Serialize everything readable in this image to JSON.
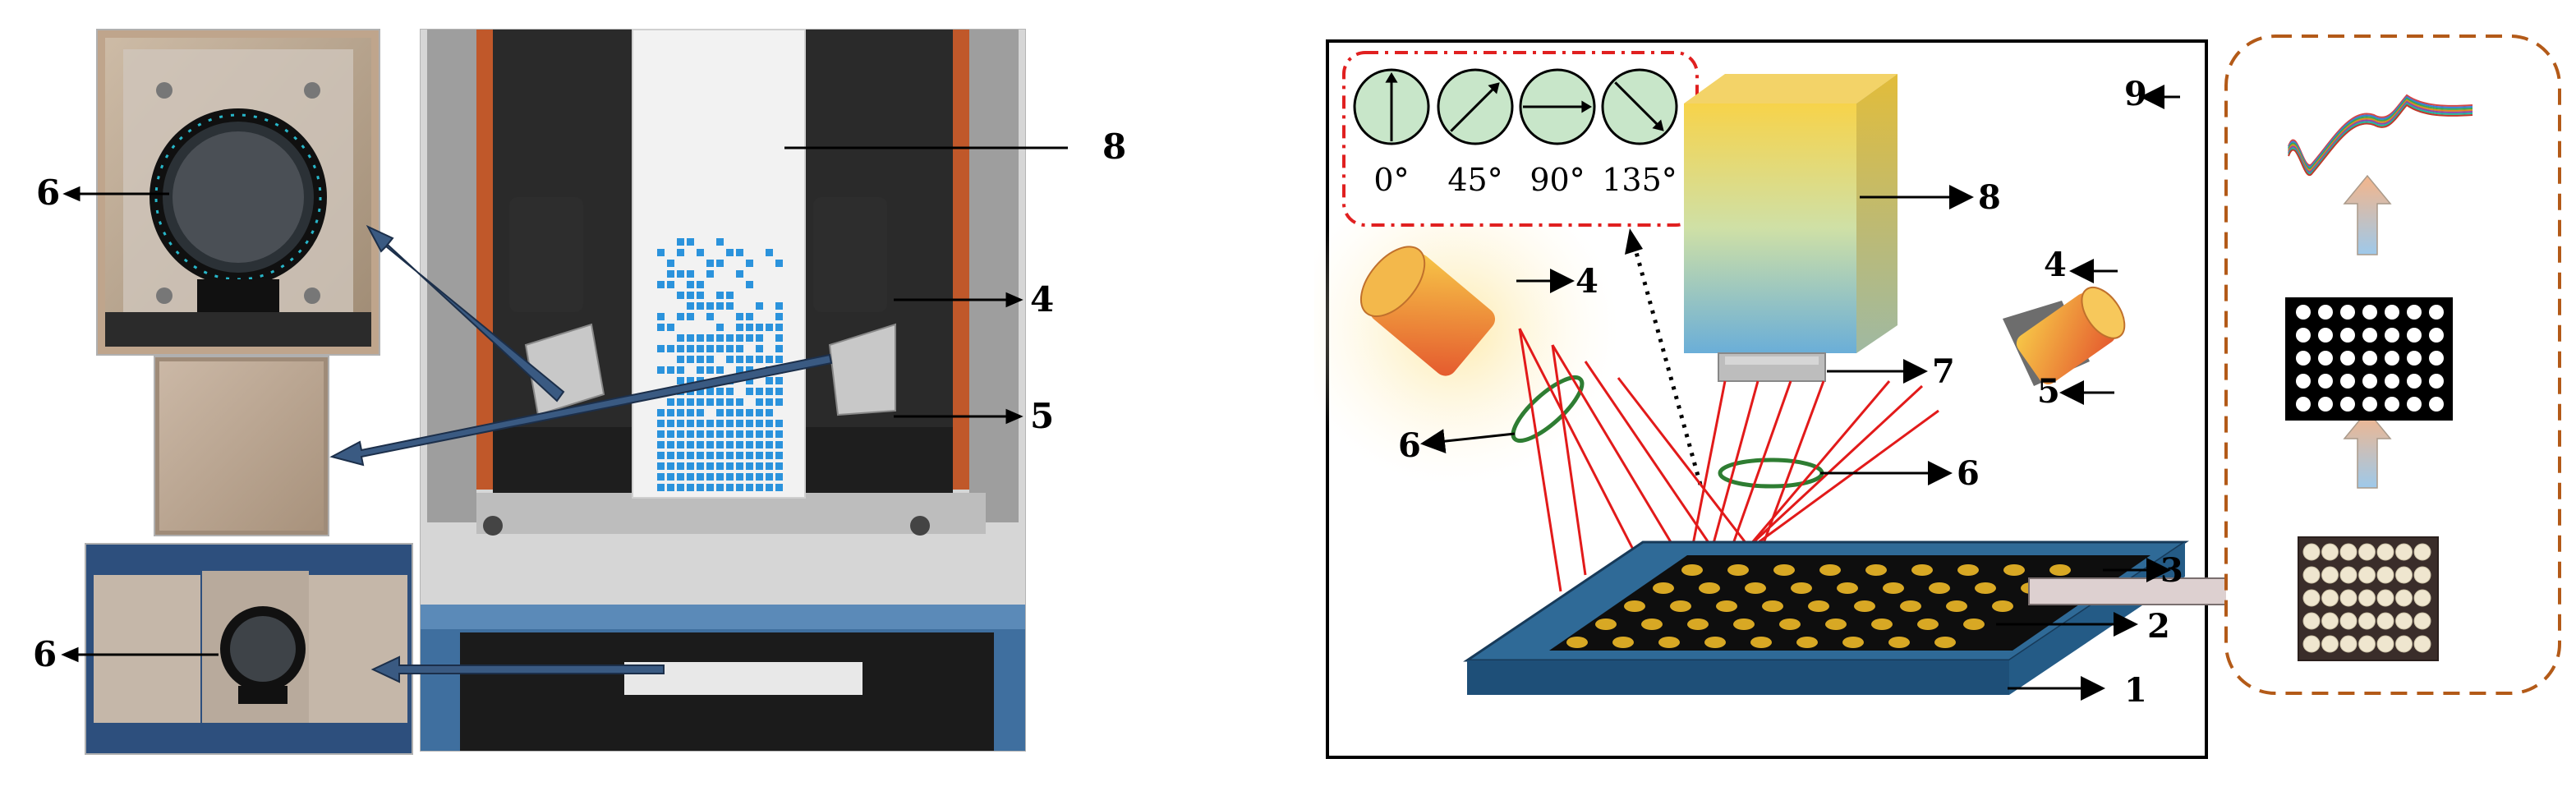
{
  "figure": {
    "left_panel": {
      "labels": [
        "6",
        "8",
        "4",
        "5",
        "6"
      ]
    },
    "right_panel": {
      "polarization_angles": [
        "0°",
        "45°",
        "90°",
        "135°"
      ],
      "labels": {
        "l1": "1",
        "l2": "2",
        "l3": "3",
        "l4a": "4",
        "l4b": "4",
        "l5": "5",
        "l6a": "6",
        "l6b": "6",
        "l7": "7",
        "l8a": "8",
        "l9": "9"
      }
    }
  }
}
